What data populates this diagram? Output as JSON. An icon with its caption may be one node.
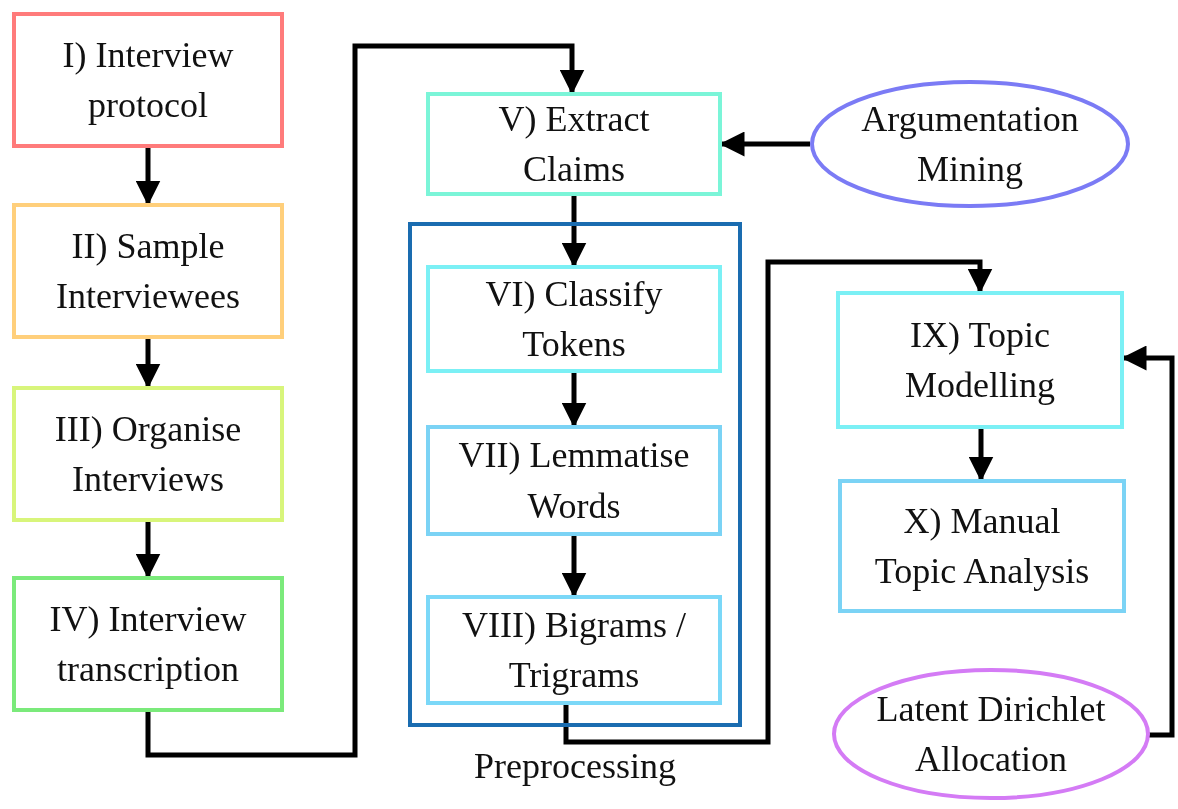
{
  "diagram": {
    "nodes": [
      {
        "text": [
          "I) Interview protocol"
        ]
      },
      {
        "text": [
          "II) Sample Interviewees"
        ]
      },
      {
        "text": [
          "III) Organise Interviews"
        ]
      },
      {
        "text": [
          "IV) Interview transcription"
        ]
      },
      {
        "text": [
          "V) Extract Claims"
        ]
      },
      {
        "text": [
          "Argumentation Mining"
        ]
      },
      {
        "text": [
          "Preprocessing"
        ]
      },
      {
        "text": [
          "VI) Classify Tokens"
        ],
        "in": 6
      },
      {
        "text": [
          "VII) Lemmatise Words"
        ],
        "in": 6
      },
      {
        "text": [
          "VIII) Bigrams / Trigrams"
        ],
        "in": 6
      },
      {
        "text": [
          "IX) Topic Modelling"
        ]
      },
      {
        "text": [
          "X) Manual Topic Analysis"
        ]
      },
      {
        "text": [
          "Latent Dirichlet Allocation"
        ]
      }
    ],
    "edges": [
      {
        "from": 0,
        "to": 1,
        "arrow": "to"
      },
      {
        "from": 1,
        "to": 2,
        "arrow": "to"
      },
      {
        "from": 2,
        "to": 3,
        "arrow": "to"
      },
      {
        "from": 3,
        "to": 4,
        "arrow": "to"
      },
      {
        "from": 5,
        "to": 4,
        "arrow": "to"
      },
      {
        "from": 4,
        "to": 7,
        "arrow": "to"
      },
      {
        "from": 7,
        "to": 8,
        "arrow": "to"
      },
      {
        "from": 8,
        "to": 9,
        "arrow": "to"
      },
      {
        "from": 9,
        "to": 10,
        "arrow": "to"
      },
      {
        "from": 10,
        "to": 11,
        "arrow": "to"
      },
      {
        "from": 12,
        "to": 10,
        "arrow": "to"
      }
    ]
  }
}
